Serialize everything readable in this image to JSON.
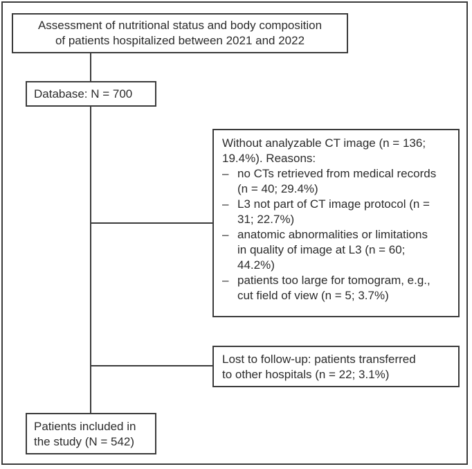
{
  "flowchart": {
    "top_box": "Assessment of nutritional status and body composition\nof patients hospitalized between 2021 and 2022",
    "database_box": "Database: N = 700",
    "exclusion_box": {
      "intro": "Without analyzable CT image (n = 136;\n19.4%). Reasons:",
      "reasons": [
        "no CTs retrieved from medical records\n(n = 40; 29.4%)",
        "L3 not part of CT image protocol (n =\n31; 22.7%)",
        "anatomic abnormalities or limitations\nin quality of image at L3 (n = 60;\n44.2%)",
        "patients too large for tomogram, e.g.,\ncut field of view (n = 5; 3.7%)"
      ]
    },
    "lost_box": "Lost to follow-up: patients transferred\nto other hospitals (n = 22; 3.1%)",
    "final_box": "Patients included in\nthe study (N = 542)"
  }
}
